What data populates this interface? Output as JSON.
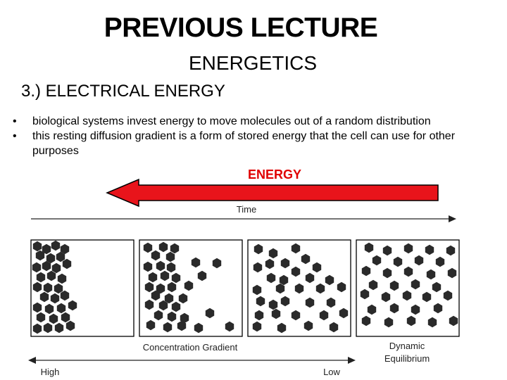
{
  "slide": {
    "title": "PREVIOUS LECTURE",
    "subtitle": "ENERGETICS",
    "heading": "3.) ELECTRICAL ENERGY",
    "bullet_char": "•",
    "bullets": [
      "biological systems invest energy to move molecules out of a random distribution",
      "this resting diffusion gradient is a form of stored energy that the cell can use for other purposes"
    ]
  },
  "diagram": {
    "energy_label": "ENERGY",
    "time_label": "Time",
    "gradient_label": "Concentration Gradient",
    "equilibrium_label_line1": "Dynamic",
    "equilibrium_label_line2": "Equilibrium",
    "high_label": "High",
    "low_label": "Low",
    "panel_count": 4,
    "colors": {
      "energy_arrow": "#e8141b",
      "energy_text": "#e00000",
      "molecule": "#2a2a2a",
      "outline": "#000000"
    }
  }
}
